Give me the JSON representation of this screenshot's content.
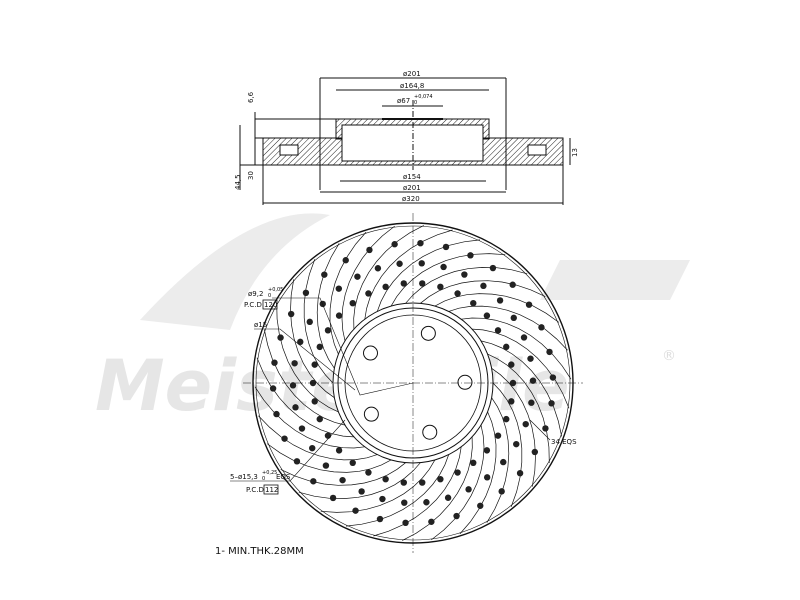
{
  "watermark": {
    "text": "Meisterteile",
    "mark": "®"
  },
  "side_view": {
    "dims": {
      "d201_top": "ø201",
      "d164_8": "ø164,8",
      "d67": "ø67",
      "d67_tol_upper": "+0,074",
      "d67_tol_lower": "0",
      "d154": "ø154",
      "d201_bottom": "ø201",
      "d320": "ø320",
      "h6_6": "6,6",
      "h30": "30",
      "h44_5": "44,5",
      "h13": "13"
    }
  },
  "front_view": {
    "hole_label": "ø9,2",
    "hole_tol_upper": "+0,05",
    "hole_tol_lower": "0",
    "pcd_label": "P.C.D",
    "pcd_value": "120",
    "d15": "ø15",
    "bolt_label": "5–ø15,3",
    "bolt_tol_upper": "+0,25",
    "bolt_tol_lower": "0",
    "bolt_suffix": "EQS",
    "pcd2_label": "P.C.D",
    "pcd2_value": "112",
    "slots_label": "34 EQS"
  },
  "note": "1- MIN.THK.28MM"
}
